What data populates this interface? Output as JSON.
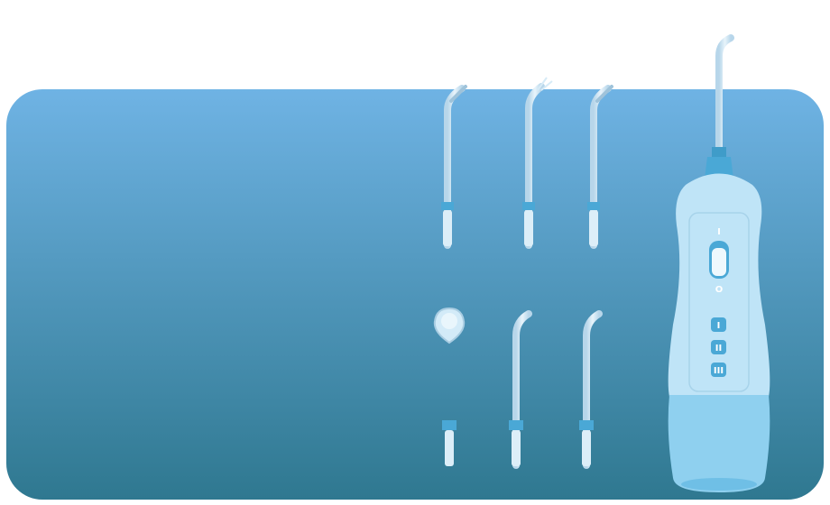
{
  "colors": {
    "bg_top": "#6fb3e4",
    "bg_bottom": "#2f7890",
    "body": "#bfe4f7",
    "accent": "#4aa8d6",
    "tank": "#8fd0ef"
  },
  "device": {
    "switch_on_label": "I",
    "switch_off_label": "O",
    "mode_buttons": [
      "I",
      "II",
      "III"
    ]
  }
}
